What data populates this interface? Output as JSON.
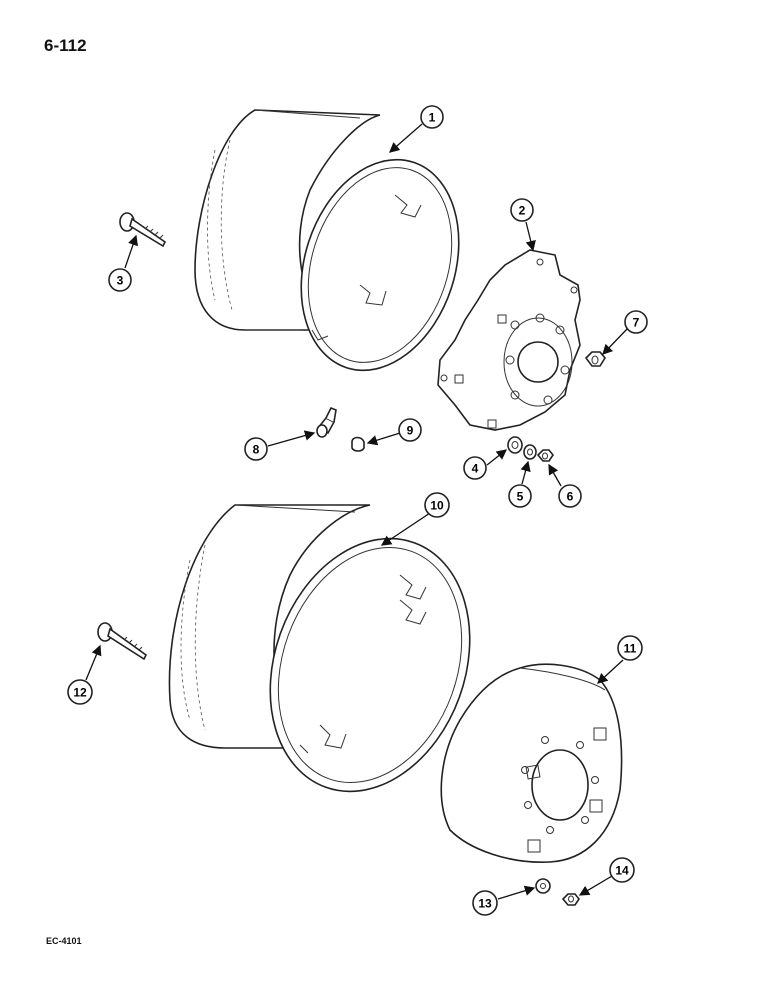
{
  "page_number": "6-112",
  "drawing_code": "EC-4101",
  "callouts": [
    "1",
    "2",
    "3",
    "4",
    "5",
    "6",
    "7",
    "8",
    "9",
    "10",
    "11",
    "12",
    "13",
    "14"
  ]
}
